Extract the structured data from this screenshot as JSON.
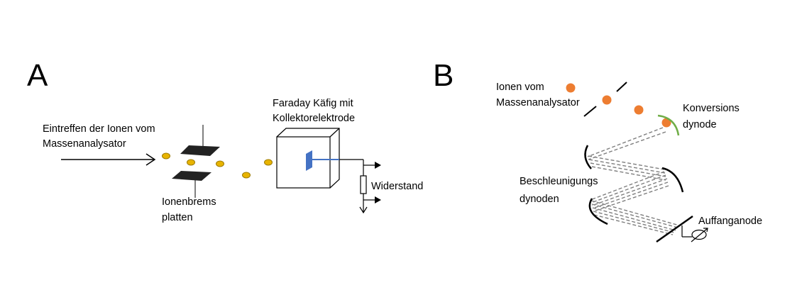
{
  "colors": {
    "ion_fill_a": "#E8B400",
    "ion_stroke_a": "#9C7A00",
    "ion_b": "#ED7D31",
    "collector": "#4472C4",
    "conversion_dynode": "#70AD47",
    "ink": "#000000",
    "beam": "#7F7F7F"
  },
  "panel_a": {
    "letter": "A",
    "incoming_line1": "Eintreffen der Ionen vom",
    "incoming_line2": "Massenanalysator",
    "plates_line1": "Ionenbrems",
    "plates_line2": "platten",
    "faraday_line1": "Faraday Käfig mit",
    "faraday_line2": "Kollektorelektrode",
    "resistor": "Widerstand"
  },
  "panel_b": {
    "letter": "B",
    "ions_line1": "Ionen vom",
    "ions_line2": "Massenanalysator",
    "conversion_line1": "Konversions",
    "conversion_line2": "dynode",
    "accel_line1": "Beschleunigungs",
    "accel_line2": "dynoden",
    "anode": "Auffanganode"
  }
}
